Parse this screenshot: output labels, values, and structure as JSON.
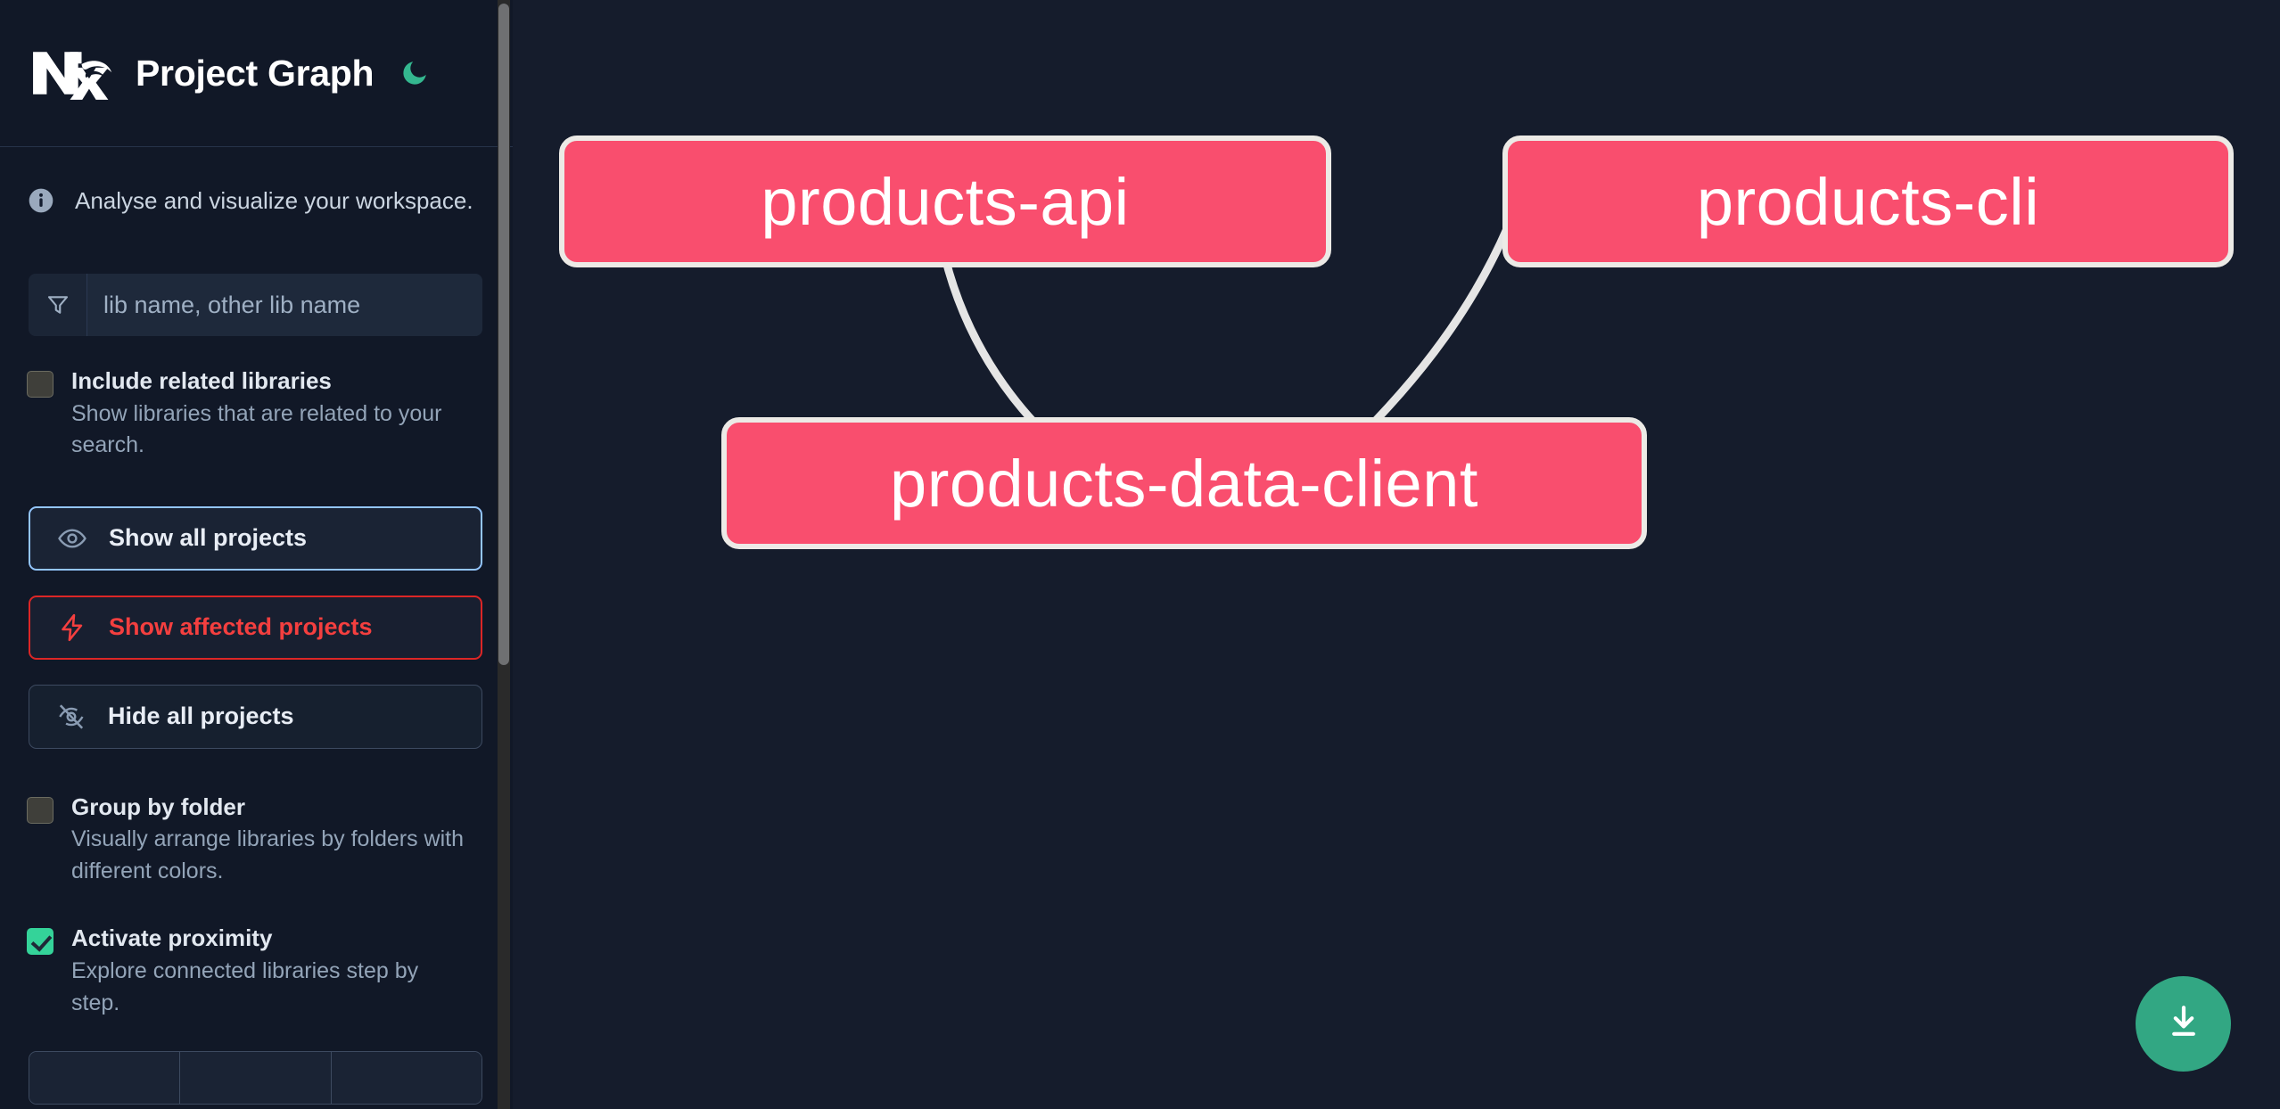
{
  "header": {
    "logo_icon": "nx-logo-icon",
    "title": "Project Graph",
    "theme_toggle_icon": "moon-icon"
  },
  "sidebar": {
    "tagline": "Analyse and visualize your workspace.",
    "tagline_icon": "info-icon",
    "search": {
      "icon": "filter-funnel-icon",
      "placeholder": "lib name, other lib name",
      "value": ""
    },
    "options": [
      {
        "label": "Include related libraries",
        "description": "Show libraries that are related to your search.",
        "checked": false
      },
      {
        "label": "Group by folder",
        "description": "Visually arrange libraries by folders with different colors.",
        "checked": false
      },
      {
        "label": "Activate proximity",
        "description": "Explore connected libraries step by step.",
        "checked": true
      }
    ],
    "buttons": [
      {
        "label": "Show all projects",
        "icon": "eye-icon",
        "state": "selected"
      },
      {
        "label": "Show affected projects",
        "icon": "lightning-bolt-icon",
        "state": "affected"
      },
      {
        "label": "Hide all projects",
        "icon": "eye-off-icon",
        "state": "default"
      }
    ]
  },
  "graph": {
    "nodes": [
      {
        "id": "products-api",
        "label": "products-api"
      },
      {
        "id": "products-cli",
        "label": "products-cli"
      },
      {
        "id": "products-data-client",
        "label": "products-data-client"
      }
    ],
    "edges": [
      {
        "from": "products-api",
        "to": "products-data-client"
      },
      {
        "from": "products-cli",
        "to": "products-data-client"
      }
    ],
    "download_button_icon": "download-icon"
  },
  "colors": {
    "node_fill": "#f94e6e",
    "node_border": "#eceae6",
    "edge": "#e5e5e5",
    "graph_background": "#151c2c",
    "sidebar_background": "#111827",
    "accent_green": "#34d399",
    "download_button": "#32a783",
    "affected_red": "#f43f3f",
    "selected_blue": "#93c5fd"
  }
}
